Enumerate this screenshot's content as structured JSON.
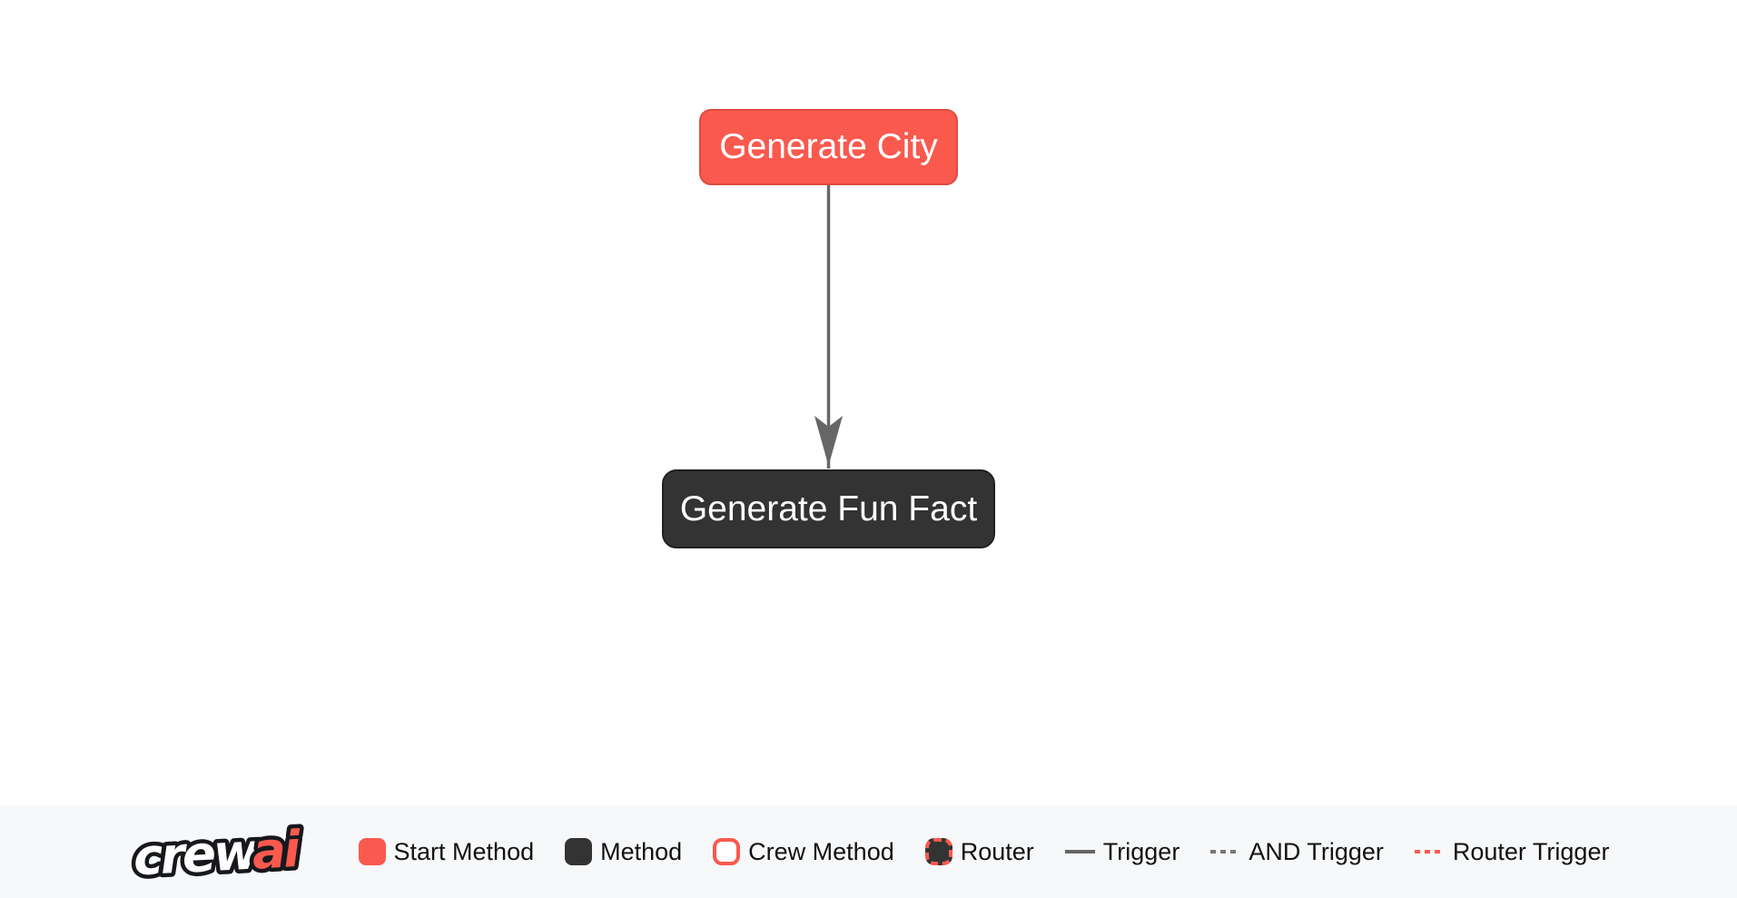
{
  "flow": {
    "nodes": [
      {
        "id": "generate_city",
        "label": "Generate City",
        "type": "start-method"
      },
      {
        "id": "generate_fun_fact",
        "label": "Generate Fun Fact",
        "type": "method"
      }
    ],
    "edges": [
      {
        "from": "generate_city",
        "to": "generate_fun_fact",
        "type": "trigger"
      }
    ]
  },
  "legend": {
    "logo": {
      "part1": "crew",
      "part2": "ai"
    },
    "items": [
      {
        "label": "Start Method",
        "swatch": "start-method"
      },
      {
        "label": "Method",
        "swatch": "method"
      },
      {
        "label": "Crew Method",
        "swatch": "crew-method"
      },
      {
        "label": "Router",
        "swatch": "router"
      },
      {
        "label": "Trigger",
        "swatch": "solid-line"
      },
      {
        "label": "AND Trigger",
        "swatch": "dashed-line"
      },
      {
        "label": "Router Trigger",
        "swatch": "dashed-red-line"
      }
    ]
  },
  "colors": {
    "start_method": "#FA594E",
    "start_method_border": "#E04B40",
    "method": "#333333",
    "edge": "#666666",
    "router_trigger": "#FA594E",
    "legend_background": "#F7F8F9",
    "legend_text": "#121212",
    "node_text": "#FFFFFF"
  }
}
